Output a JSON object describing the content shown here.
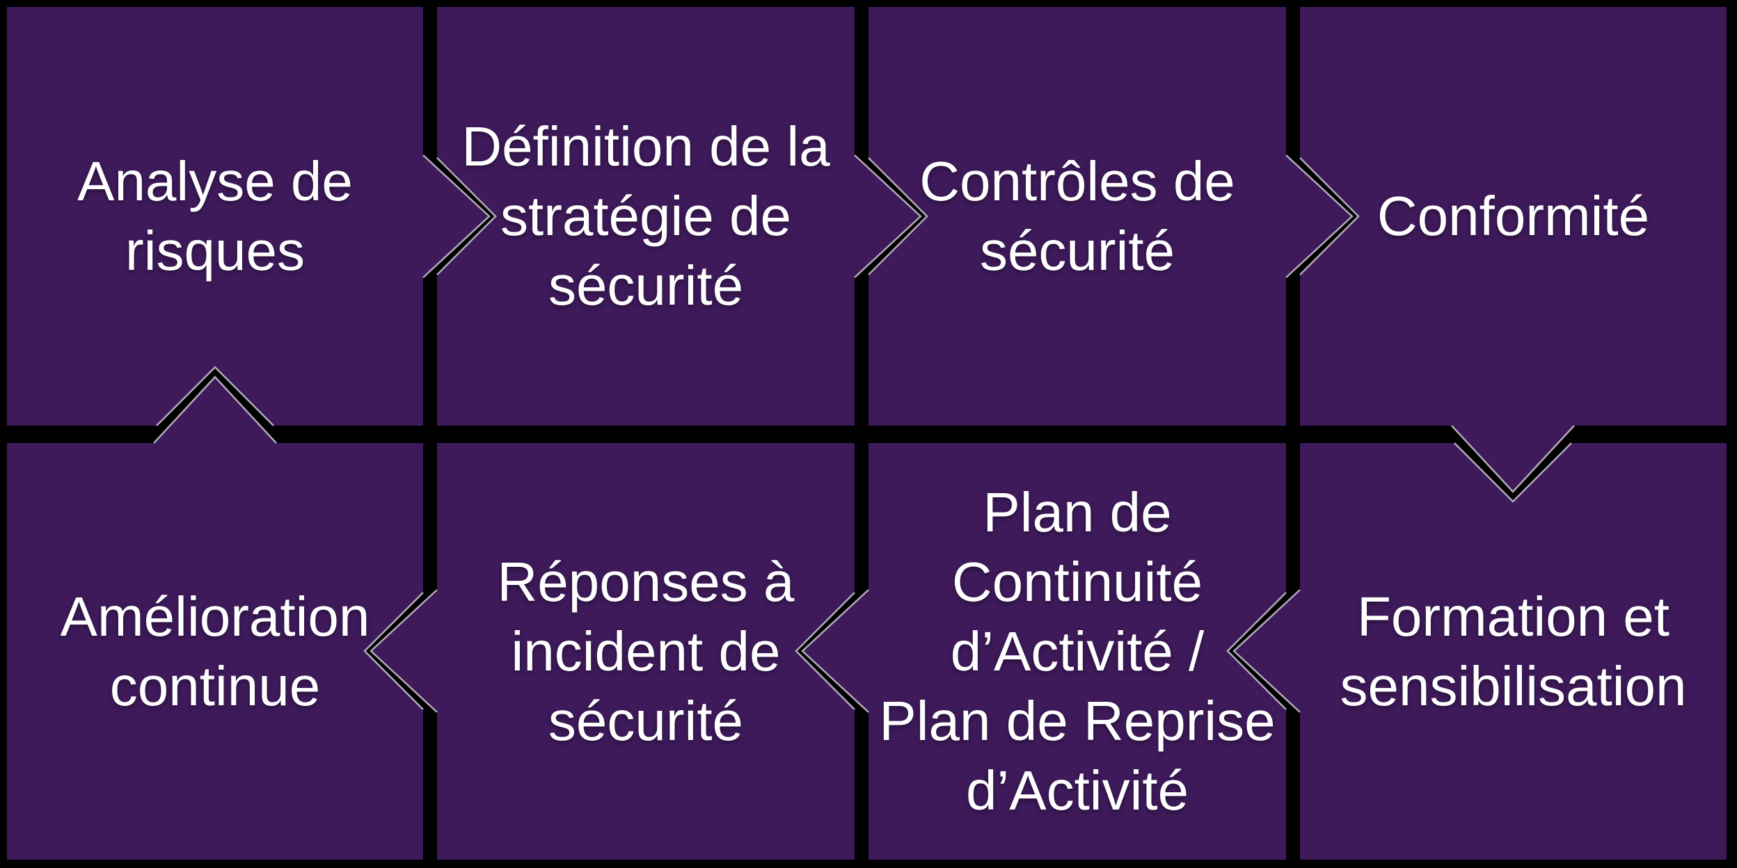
{
  "diagram": {
    "type": "process-cycle",
    "background_color": "#000000",
    "shape_color": "#3E1A5B",
    "text_color": "#FFFFFF",
    "edge_highlight_color": "#FFFFFF",
    "steps": [
      {
        "id": 1,
        "row": 1,
        "col": 1,
        "label": "Analyse de\nrisques"
      },
      {
        "id": 2,
        "row": 1,
        "col": 2,
        "label": "Définition de la\nstratégie de\nsécurité"
      },
      {
        "id": 3,
        "row": 1,
        "col": 3,
        "label": "Contrôles de\nsécurité"
      },
      {
        "id": 4,
        "row": 1,
        "col": 4,
        "label": "Conformité"
      },
      {
        "id": 5,
        "row": 2,
        "col": 4,
        "label": "Formation et\nsensibilisation"
      },
      {
        "id": 6,
        "row": 2,
        "col": 3,
        "label": "Plan de\nContinuité\nd’Activité /\nPlan de Reprise\nd’Activité"
      },
      {
        "id": 7,
        "row": 2,
        "col": 2,
        "label": "Réponses à\nincident de\nsécurité"
      },
      {
        "id": 8,
        "row": 2,
        "col": 1,
        "label": "Amélioration\ncontinue"
      }
    ],
    "connections": [
      {
        "from": 1,
        "to": 2,
        "direction": "right"
      },
      {
        "from": 2,
        "to": 3,
        "direction": "right"
      },
      {
        "from": 3,
        "to": 4,
        "direction": "right"
      },
      {
        "from": 4,
        "to": 5,
        "direction": "down"
      },
      {
        "from": 5,
        "to": 6,
        "direction": "left"
      },
      {
        "from": 6,
        "to": 7,
        "direction": "left"
      },
      {
        "from": 7,
        "to": 8,
        "direction": "left"
      },
      {
        "from": 8,
        "to": 1,
        "direction": "up"
      }
    ]
  }
}
